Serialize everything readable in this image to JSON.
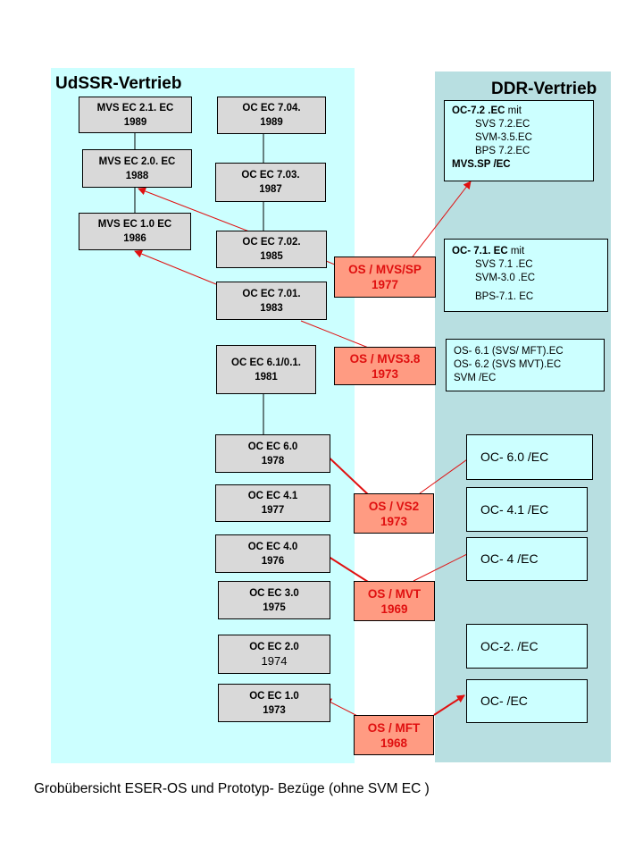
{
  "regions": {
    "udssr_title": "UdSSR-Vertrieb",
    "ddr_title": "DDR-Vertrieb"
  },
  "mvs_boxes": [
    {
      "name": "MVS EC 2.1. EC",
      "year": "1989"
    },
    {
      "name": "MVS EC 2.0. EC",
      "year": "1988"
    },
    {
      "name": "MVS EC 1.0 EC",
      "year": "1986"
    }
  ],
  "oc_boxes": [
    {
      "name": "OC EC 7.04.",
      "year": "1989"
    },
    {
      "name": "OC EC 7.03.",
      "year": "1987"
    },
    {
      "name": "OC EC 7.02.",
      "year": "1985"
    },
    {
      "name": "OC EC 7.01.",
      "year": "1983"
    },
    {
      "name": "OC EC 6.1/0.1.",
      "year": "1981"
    },
    {
      "name": "OC EC 6.0",
      "year": "1978"
    },
    {
      "name": "OC EC 4.1",
      "year": "1977"
    },
    {
      "name": "OC EC 4.0",
      "year": "1976"
    },
    {
      "name": "OC EC 3.0",
      "year": "1975"
    },
    {
      "name": "OC EC 2.0",
      "year": "1974"
    },
    {
      "name": "OC EC 1.0",
      "year": "1973"
    }
  ],
  "os_boxes": [
    {
      "name": "OS / MVS/SP",
      "year": "1977"
    },
    {
      "name": "OS / MVS3.8",
      "year": "1973"
    },
    {
      "name": "OS / VS2",
      "year": "1973"
    },
    {
      "name": "OS / MVT",
      "year": "1969"
    },
    {
      "name": "OS / MFT",
      "year": "1968"
    }
  ],
  "ddr_boxes": {
    "oc72": {
      "head_bold": "OC-7.2 .EC",
      "head_rest": " mit",
      "lines": [
        "SVS 7.2.EC",
        "SVM-3.5.EC",
        "BPS 7.2.EC"
      ],
      "footer": "MVS.SP /EC"
    },
    "oc71": {
      "head_bold": "OC- 7.1. EC",
      "head_rest": " mit",
      "lines": [
        "SVS 7.1 .EC",
        "SVM-3.0 .EC",
        "BPS-7.1. EC"
      ]
    },
    "os6": {
      "lines": [
        "OS- 6.1 (SVS/ MFT).EC",
        "OS- 6.2 (SVS MVT).EC",
        "SVM /EC"
      ]
    },
    "simple": [
      "OC- 6.0 /EC",
      "OC- 4.1 /EC",
      "OC- 4 /EC",
      "OC-2. /EC",
      "OC- /EC"
    ]
  },
  "caption": "Grobübersicht ESER-OS  und Prototyp- Bezüge (ohne SVM EC )",
  "colors": {
    "udssr_bg": "#ccffff",
    "ddr_bg": "#b8dfe1",
    "os_box_bg": "#ff9b82",
    "os_text": "#e01010",
    "arrow": "#e01010"
  }
}
